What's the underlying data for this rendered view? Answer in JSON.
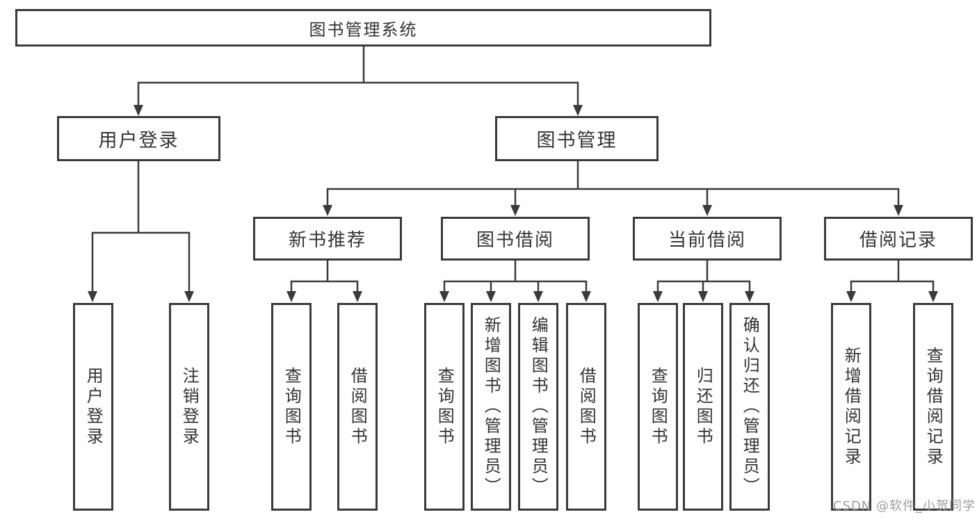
{
  "diagram": {
    "root": {
      "label": "图书管理系统"
    },
    "branches": [
      {
        "label": "用户登录",
        "children": [
          {
            "label": "用户登录"
          },
          {
            "label": "注销登录"
          }
        ]
      },
      {
        "label": "图书管理",
        "children": [
          {
            "label": "新书推荐",
            "children": [
              {
                "label": "查询图书"
              },
              {
                "label": "借阅图书"
              }
            ]
          },
          {
            "label": "图书借阅",
            "children": [
              {
                "label": "查询图书"
              },
              {
                "label": "新增图书（管理员）"
              },
              {
                "label": "编辑图书（管理员）"
              },
              {
                "label": "借阅图书"
              }
            ]
          },
          {
            "label": "当前借阅",
            "children": [
              {
                "label": "查询图书"
              },
              {
                "label": "归还图书"
              },
              {
                "label": "确认归还（管理员）"
              }
            ]
          },
          {
            "label": "借阅记录",
            "children": [
              {
                "label": "新增借阅记录"
              },
              {
                "label": "查询借阅记录"
              }
            ]
          }
        ]
      }
    ]
  },
  "watermark": {
    "text": "CSDN @软件_小贺同学"
  },
  "colors": {
    "line": "#3a3a3a",
    "text": "#333333",
    "watermark": "#9c9c9c",
    "background": "#ffffff"
  }
}
